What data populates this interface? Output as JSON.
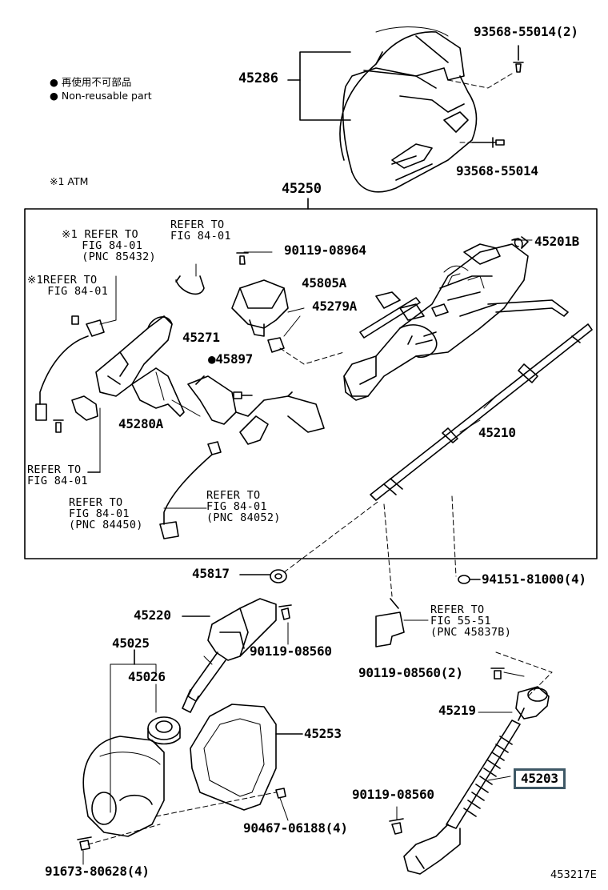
{
  "legend": {
    "non_reusable_jp": "再使用不可部品",
    "non_reusable_en": "Non-reusable part",
    "note_x1": "※1  ATM"
  },
  "figure_id": "453217E",
  "parts": {
    "p45286": "45286",
    "p93568_55014_2": "93568-55014(2)",
    "p93568_55014": "93568-55014",
    "p45250": "45250",
    "p45201B": "45201B",
    "p90119_08964": "90119-08964",
    "p45805A": "45805A",
    "p45279A": "45279A",
    "p45271": "45271",
    "p45897": "●45897",
    "p45280A": "45280A",
    "p45210": "45210",
    "p45817": "45817",
    "p94151_81000_4": "94151-81000(4)",
    "p45220": "45220",
    "p90119_08560_a": "90119-08560",
    "p45025": "45025",
    "p45026": "45026",
    "p90119_08560_2": "90119-08560(2)",
    "p45219": "45219",
    "p45253": "45253",
    "p45203": "45203",
    "p90119_08560_b": "90119-08560",
    "p90467_06188_4": "90467-06188(4)",
    "p91673_80628_4": "91673-80628(4)"
  },
  "refs": {
    "r1": "※1 REFER TO\n   FIG 84-01\n   (PNC 85432)",
    "r2": "※1REFER TO\n   FIG 84-01",
    "r3": "REFER TO\nFIG 84-01",
    "r4": "REFER TO\nFIG 84-01",
    "r5": "REFER TO\nFIG 84-01\n(PNC 84450)",
    "r6": "REFER TO\nFIG 84-01\n(PNC 84052)",
    "r7": "REFER TO\nFIG 55-51\n(PNC 45837B)"
  }
}
